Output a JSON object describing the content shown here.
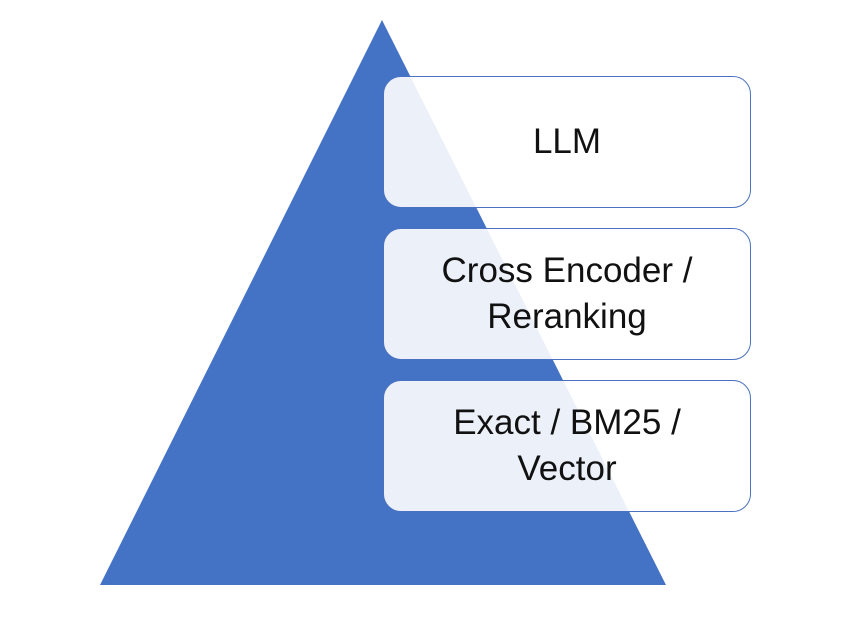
{
  "diagram": {
    "shape": "pyramid",
    "colors": {
      "pyramid_fill": "#4472c4",
      "box_border": "#4a72c0",
      "text": "#111111"
    },
    "levels": [
      {
        "label": "LLM"
      },
      {
        "label": "Cross Encoder / Reranking"
      },
      {
        "label": "Exact / BM25 / Vector"
      }
    ]
  }
}
